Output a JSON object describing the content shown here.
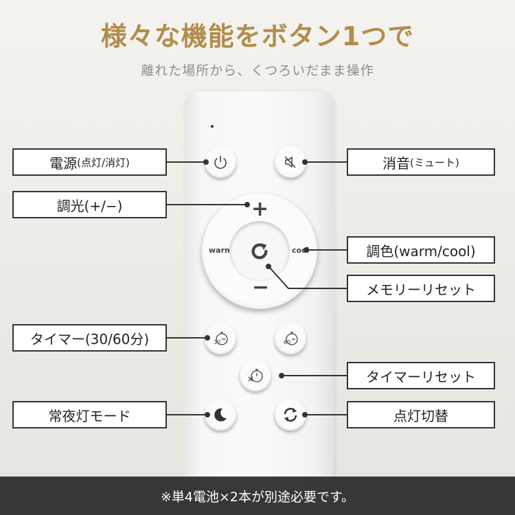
{
  "header": {
    "title": "様々な機能をボタン1つで",
    "subtitle": "離れた場所から、くつろいだまま操作"
  },
  "dial": {
    "plus": "+",
    "minus": "−",
    "left": "warm",
    "right": "cool"
  },
  "buttons": {
    "timer30_num": "30",
    "timer60_num": "60"
  },
  "callouts": {
    "power_main": "電源",
    "power_sub": "(点灯/消灯)",
    "mute_main": "消音",
    "mute_sub": "(ミュート)",
    "dimming": "調光(+/−)",
    "color": "調色(warm/cool)",
    "memory_reset": "メモリーリセット",
    "timer": "タイマー(30/60分)",
    "timer_reset": "タイマーリセット",
    "nightlight": "常夜灯モード",
    "switch": "点灯切替"
  },
  "footer": {
    "note": "※単4電池×2本が別途必要です。"
  },
  "colors": {
    "title": "#b18d4d",
    "footer_bg": "#282828"
  }
}
